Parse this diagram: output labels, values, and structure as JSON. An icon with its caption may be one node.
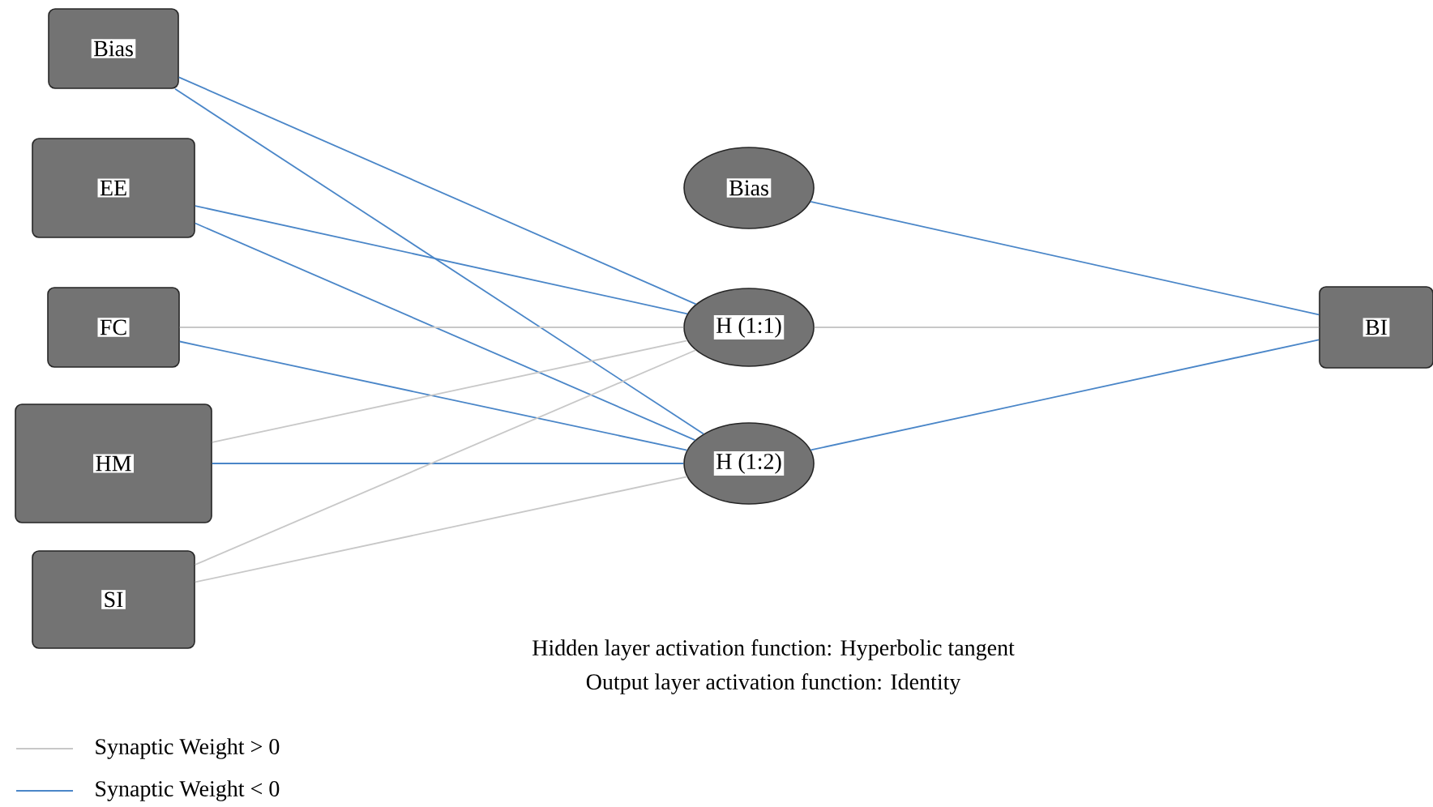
{
  "diagram": {
    "nodes": [
      {
        "text": [
          "Bias"
        ]
      },
      {
        "text": [
          "EE"
        ]
      },
      {
        "text": [
          "FC"
        ]
      },
      {
        "text": [
          "HM"
        ]
      },
      {
        "text": [
          "SI"
        ]
      },
      {
        "text": [
          "Bias"
        ]
      },
      {
        "text": [
          "H (1:1)"
        ]
      },
      {
        "text": [
          "H (1:2)"
        ]
      },
      {
        "text": [
          "BI"
        ]
      }
    ],
    "edges": [
      {
        "from": 0,
        "to": 6,
        "arrow": "none"
      },
      {
        "from": 0,
        "to": 7,
        "arrow": "none"
      },
      {
        "from": 1,
        "to": 6,
        "arrow": "none"
      },
      {
        "from": 1,
        "to": 7,
        "arrow": "none"
      },
      {
        "from": 2,
        "to": 6,
        "arrow": "none",
        "color": "#c8c8c8"
      },
      {
        "from": 2,
        "to": 7,
        "arrow": "none"
      },
      {
        "from": 3,
        "to": 6,
        "arrow": "none",
        "color": "#c8c8c8"
      },
      {
        "from": 3,
        "to": 7,
        "arrow": "none"
      },
      {
        "from": 4,
        "to": 6,
        "arrow": "none",
        "color": "#c8c8c8"
      },
      {
        "from": 4,
        "to": 7,
        "arrow": "none",
        "color": "#c8c8c8"
      },
      {
        "from": 5,
        "to": 8,
        "arrow": "none"
      },
      {
        "from": 6,
        "to": 8,
        "arrow": "none",
        "color": "#c8c8c8"
      },
      {
        "from": 7,
        "to": 8,
        "arrow": "none"
      }
    ],
    "labels": [
      "Hidden layer activation function: Hyperbolic tangent",
      "Output layer activation function: Identity"
    ],
    "legend": [
      {
        "text": "Synaptic Weight > 0"
      },
      {
        "text": "Synaptic Weight < 0"
      }
    ]
  }
}
